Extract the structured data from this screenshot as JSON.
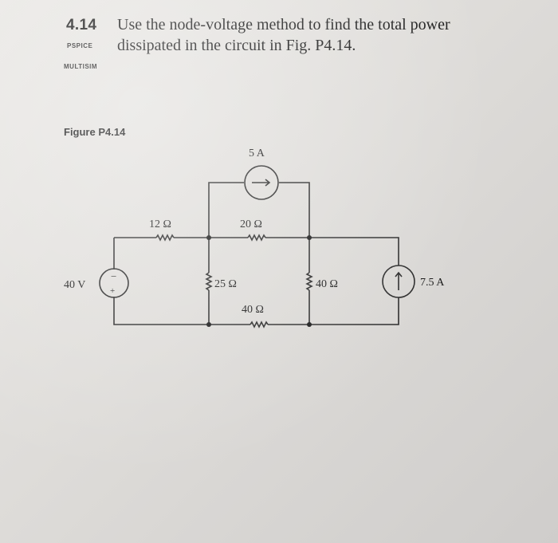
{
  "problem": {
    "number": "4.14",
    "line1": "Use the node-voltage method to find the total power",
    "line2": "dissipated in the circuit in Fig. P4.14.",
    "tags": [
      "PSPICE",
      "MULTISIM"
    ]
  },
  "figure": {
    "caption": "Figure P4.14",
    "components": {
      "source_5a": "5 A",
      "r_12": "12 Ω",
      "r_20": "20 Ω",
      "v_40": "40 V",
      "r_25": "25 Ω",
      "r_40_mid": "40 Ω",
      "r_40_bottom": "40 Ω",
      "source_7_5a": "7.5 A"
    },
    "polarity": {
      "minus": "−",
      "plus": "+"
    }
  }
}
